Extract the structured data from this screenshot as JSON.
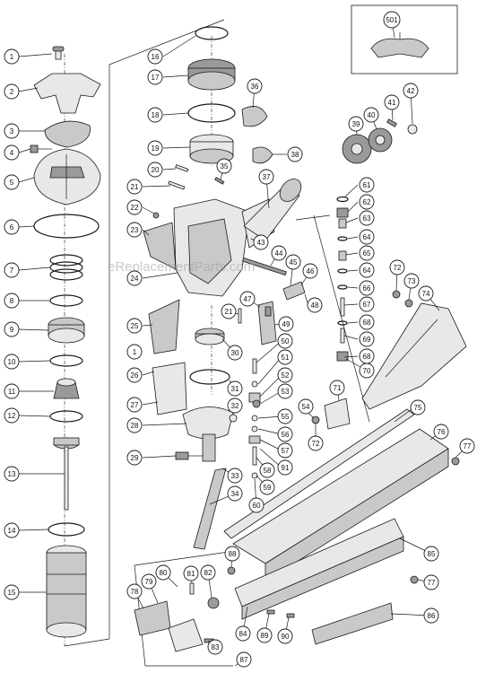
{
  "watermark": "eReplacementParts.com",
  "callouts": [
    {
      "n": "1"
    },
    {
      "n": "2"
    },
    {
      "n": "3"
    },
    {
      "n": "4"
    },
    {
      "n": "5"
    },
    {
      "n": "6"
    },
    {
      "n": "7"
    },
    {
      "n": "8"
    },
    {
      "n": "9"
    },
    {
      "n": "10"
    },
    {
      "n": "11"
    },
    {
      "n": "12"
    },
    {
      "n": "13"
    },
    {
      "n": "14"
    },
    {
      "n": "15"
    },
    {
      "n": "16"
    },
    {
      "n": "17"
    },
    {
      "n": "18"
    },
    {
      "n": "19"
    },
    {
      "n": "20"
    },
    {
      "n": "21"
    },
    {
      "n": "22"
    },
    {
      "n": "23"
    },
    {
      "n": "24"
    },
    {
      "n": "25"
    },
    {
      "n": "1"
    },
    {
      "n": "26"
    },
    {
      "n": "27"
    },
    {
      "n": "28"
    },
    {
      "n": "29"
    },
    {
      "n": "21"
    },
    {
      "n": "30"
    },
    {
      "n": "31"
    },
    {
      "n": "32"
    },
    {
      "n": "33"
    },
    {
      "n": "34"
    },
    {
      "n": "35"
    },
    {
      "n": "36"
    },
    {
      "n": "37"
    },
    {
      "n": "38"
    },
    {
      "n": "39"
    },
    {
      "n": "40"
    },
    {
      "n": "41"
    },
    {
      "n": "42"
    },
    {
      "n": "43"
    },
    {
      "n": "44"
    },
    {
      "n": "45"
    },
    {
      "n": "46"
    },
    {
      "n": "47"
    },
    {
      "n": "48"
    },
    {
      "n": "49"
    },
    {
      "n": "50"
    },
    {
      "n": "51"
    },
    {
      "n": "52"
    },
    {
      "n": "53"
    },
    {
      "n": "54"
    },
    {
      "n": "55"
    },
    {
      "n": "56"
    },
    {
      "n": "57"
    },
    {
      "n": "58"
    },
    {
      "n": "91"
    },
    {
      "n": "59"
    },
    {
      "n": "60"
    },
    {
      "n": "61"
    },
    {
      "n": "62"
    },
    {
      "n": "63"
    },
    {
      "n": "64"
    },
    {
      "n": "65"
    },
    {
      "n": "64"
    },
    {
      "n": "66"
    },
    {
      "n": "67"
    },
    {
      "n": "68"
    },
    {
      "n": "69"
    },
    {
      "n": "68"
    },
    {
      "n": "70"
    },
    {
      "n": "71"
    },
    {
      "n": "72"
    },
    {
      "n": "73"
    },
    {
      "n": "74"
    },
    {
      "n": "72"
    },
    {
      "n": "75"
    },
    {
      "n": "76"
    },
    {
      "n": "77"
    },
    {
      "n": "85"
    },
    {
      "n": "77"
    },
    {
      "n": "86"
    },
    {
      "n": "88"
    },
    {
      "n": "80"
    },
    {
      "n": "81"
    },
    {
      "n": "82"
    },
    {
      "n": "79"
    },
    {
      "n": "78"
    },
    {
      "n": "84"
    },
    {
      "n": "89"
    },
    {
      "n": "90"
    },
    {
      "n": "83"
    },
    {
      "n": "87"
    },
    {
      "n": "501"
    }
  ]
}
